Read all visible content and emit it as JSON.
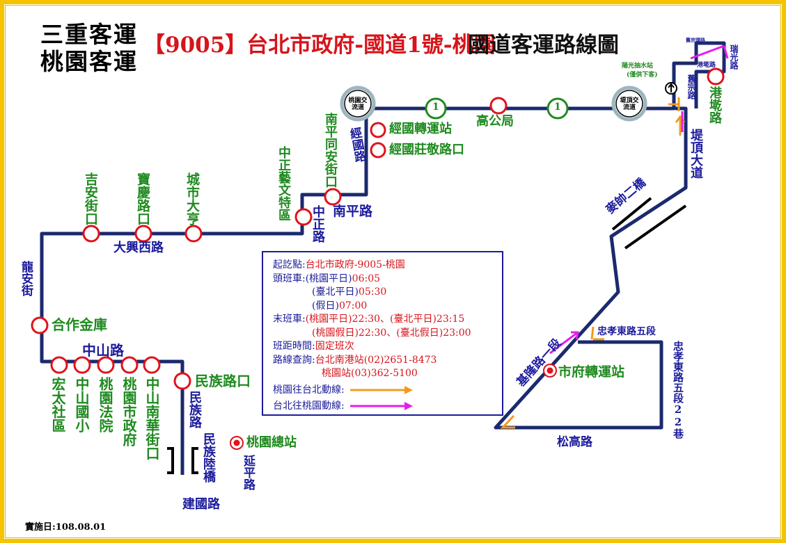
{
  "header": {
    "company_1": "三重客運",
    "company_2": "桃園客運",
    "route_title_red": "【9005】台北市政府-國道1號-桃園",
    "route_title_black": "國道客運路線圖"
  },
  "colors": {
    "route_line": "#1b2a6e",
    "stop_ring": "#e0121b",
    "stop_name": "#1f8a1f",
    "road_name": "#1b1b9c",
    "to_taipei_arrow": "#f39a1e",
    "to_taoyuan_arrow": "#e61ee8",
    "frame": "#f5c400",
    "title_red": "#d6141b"
  },
  "stops": {
    "jian_an": "吉安街口",
    "bao_qing": "寶慶路口",
    "city_taiyi": "城市大亨",
    "zhongzheng_art": "中正藝文特區",
    "nanping_tongan": "南平同安街口",
    "jingguo_terminal": "經國轉運站",
    "jingguo_zhuangjing": "經國莊敬路口",
    "gaogongju": "高公局",
    "hezuo_jinku": "合作金庫",
    "hongtai": "宏太社區",
    "zhongshan_school": "中山國小",
    "taoyuan_court": "桃園法院",
    "taoyuan_city_hall": "桃園市政府",
    "zhongshan_nanhua": "中山南華街口",
    "minzu_rd_stop": "民族路口",
    "taoyuan_main_station": "桃園總站",
    "gangshan_rd": "港墘路",
    "city_hall_terminal": "市府轉運站",
    "yangguang_pump": "陽光抽水站",
    "yangguang_note": "(僅供下客)"
  },
  "roads": {
    "daxing_w": "大興西路",
    "longan": "龍安街",
    "zhongshan": "中山路",
    "minzu": "民族路",
    "minzu_overpass": "民族陸橋",
    "jianguo": "建國路",
    "yanping": "延平路",
    "zhongzheng": "中正路",
    "nanping": "南平路",
    "jingguo": "經國路",
    "dianding": "堤頂大道",
    "jiuzong": "舊宗路",
    "gangshan_small": "港墘路",
    "ruiguang": "瑞光路",
    "zhouzi": "舊宗環路",
    "canshuai_bridge": "麥帥二橋",
    "keelung_1": "基隆路一段",
    "zhongxiao_e5": "忠孝東路五段",
    "zhongxiao_e5_22": "忠孝東路五段22巷",
    "songgao": "松高路",
    "freeway_no": "1"
  },
  "interchanges": {
    "taoyuan": "桃園交流道",
    "dianding": "堤頂交流道"
  },
  "info": {
    "origin_label": "起訖點:",
    "origin_value": "台北市政府-9005-桃園",
    "first_label": "頭班車:",
    "first_1_label": "(桃園平日)",
    "first_1_value": "06:05",
    "first_2_label": "(臺北平日)",
    "first_2_value": "05:30",
    "first_3_label": "(假日)",
    "first_3_value": "07:00",
    "last_label": "末班車:",
    "last_1": "(桃園平日)22:30、(臺北平日)23:15",
    "last_2": "(桃園假日)22:30、(臺北假日)23:00",
    "headway_label": "班距時間:",
    "headway_value": "固定班次",
    "query_label": "路線查詢:",
    "query_1": "台北南港站(02)2651-8473",
    "query_2": "桃園站(03)362-5100",
    "legend_to_taipei": "桃園往台北動線:",
    "legend_to_taoyuan": "台北往桃園動線:"
  },
  "footer": {
    "effective_date": "實施日:108.08.01"
  }
}
